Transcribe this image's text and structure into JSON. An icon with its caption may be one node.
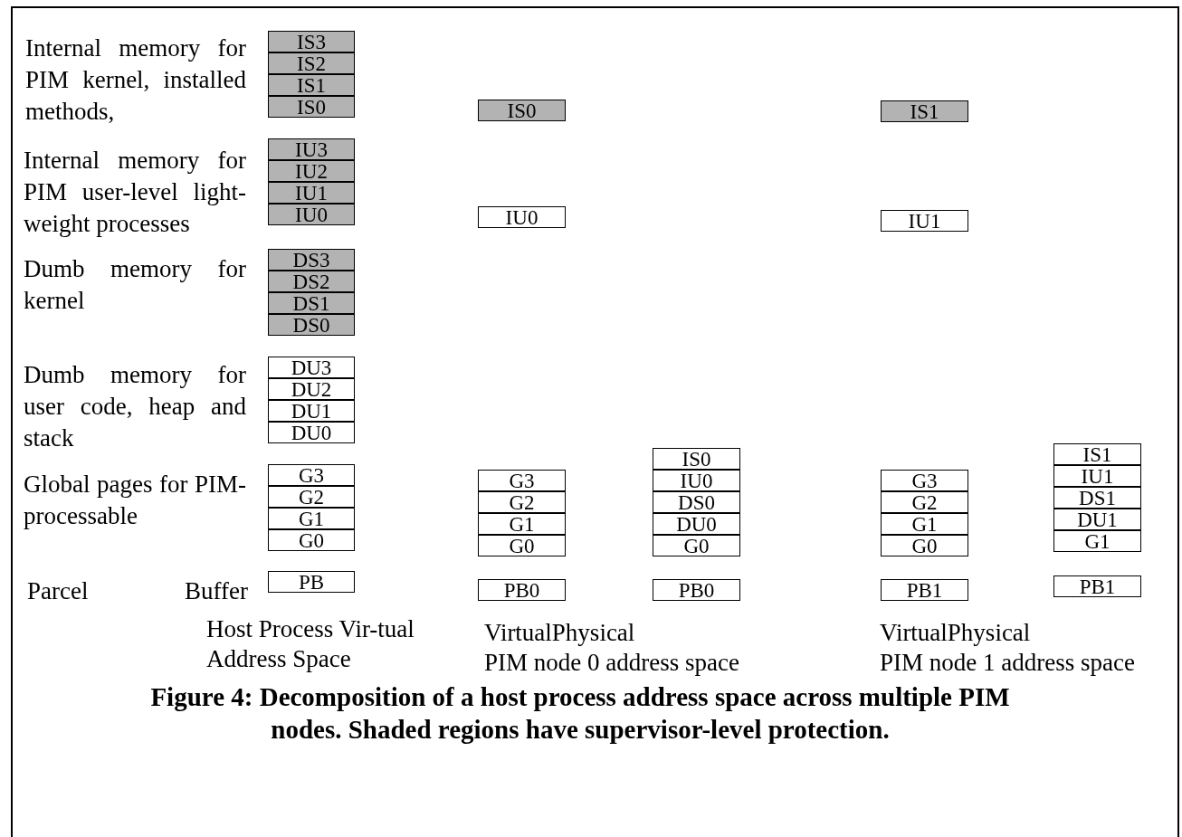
{
  "diagram": {
    "caption": "Figure 4: Decomposition of a host process address space across multiple PIM nodes. Shaded regions have supervisor-level protection.",
    "nodes": [
      {
        "text": [
          "IS3"
        ]
      },
      {
        "text": [
          "IS2"
        ]
      },
      {
        "text": [
          "IS1"
        ]
      },
      {
        "text": [
          "IS0"
        ]
      },
      {
        "text": [
          "IU3"
        ]
      },
      {
        "text": [
          "IU2"
        ]
      },
      {
        "text": [
          "IU1"
        ]
      },
      {
        "text": [
          "IU0"
        ]
      },
      {
        "text": [
          "DS3"
        ]
      },
      {
        "text": [
          "DS2"
        ]
      },
      {
        "text": [
          "DS1"
        ]
      },
      {
        "text": [
          "DS0"
        ]
      },
      {
        "text": [
          "DU3"
        ]
      },
      {
        "text": [
          "DU2"
        ]
      },
      {
        "text": [
          "DU1"
        ]
      },
      {
        "text": [
          "DU0"
        ]
      },
      {
        "text": [
          "G3"
        ]
      },
      {
        "text": [
          "G2"
        ]
      },
      {
        "text": [
          "G1"
        ]
      },
      {
        "text": [
          "G0"
        ]
      },
      {
        "text": [
          "PB"
        ]
      },
      {
        "text": [
          "IS0"
        ]
      },
      {
        "text": [
          "IU0"
        ]
      },
      {
        "text": [
          "G3"
        ]
      },
      {
        "text": [
          "G2"
        ]
      },
      {
        "text": [
          "G1"
        ]
      },
      {
        "text": [
          "G0"
        ]
      },
      {
        "text": [
          "PB0"
        ]
      },
      {
        "text": [
          "IS0"
        ]
      },
      {
        "text": [
          "IU0"
        ]
      },
      {
        "text": [
          "DS0"
        ]
      },
      {
        "text": [
          "DU0"
        ]
      },
      {
        "text": [
          "G0"
        ]
      },
      {
        "text": [
          "PB0"
        ]
      },
      {
        "text": [
          "IS1"
        ]
      },
      {
        "text": [
          "IU1"
        ]
      },
      {
        "text": [
          "G3"
        ]
      },
      {
        "text": [
          "G2"
        ]
      },
      {
        "text": [
          "G1"
        ]
      },
      {
        "text": [
          "G0"
        ]
      },
      {
        "text": [
          "PB1"
        ]
      },
      {
        "text": [
          "IS1"
        ]
      },
      {
        "text": [
          "IU1"
        ]
      },
      {
        "text": [
          "DS1"
        ]
      },
      {
        "text": [
          "DU1"
        ]
      },
      {
        "text": [
          "G1"
        ]
      },
      {
        "text": [
          "PB1"
        ]
      }
    ],
    "labels": [
      "Internal memory for PIM kernel, installed methods,",
      "Internal memory for PIM user-level light-weight processes",
      "Dumb memory for kernel",
      "Dumb memory for user code, heap and stack",
      "Global pages for PIM-processable",
      "Parcel Buffer",
      "Host Process Vir-tual Address Space",
      "VirtualPhysical",
      "PIM node 0 address space",
      "VirtualPhysical",
      "PIM node 1 address space"
    ]
  }
}
